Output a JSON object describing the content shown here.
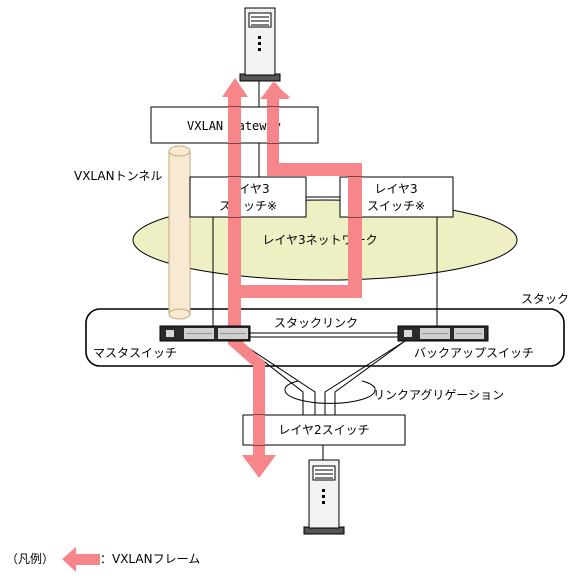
{
  "gateway": {
    "label": "VXLAN Gateway"
  },
  "tunnel": {
    "label": "VXLANトンネル"
  },
  "l3_switch_left": {
    "line1": "レイヤ3",
    "line2": "スイッチ※"
  },
  "l3_switch_right": {
    "line1": "レイヤ3",
    "line2": "スイッチ※"
  },
  "l3_network": {
    "label": "レイヤ3ネットワーク"
  },
  "stack": {
    "label": "スタック",
    "link_label": "スタックリンク",
    "master_label": "マスタスイッチ",
    "backup_label": "バックアップスイッチ"
  },
  "link_aggregation": {
    "label": "リンクアグリゲーション"
  },
  "l2_switch": {
    "label": "レイヤ2スイッチ"
  },
  "legend": {
    "prefix": "（凡例）",
    "text": "：VXLANフレーム"
  },
  "colors": {
    "frame_arrow": "#f6868a",
    "tunnel_fill": "#f8e9d2",
    "tunnel_stroke": "#c8a878",
    "network_fill": "#eef0c4",
    "line": "#000000"
  }
}
